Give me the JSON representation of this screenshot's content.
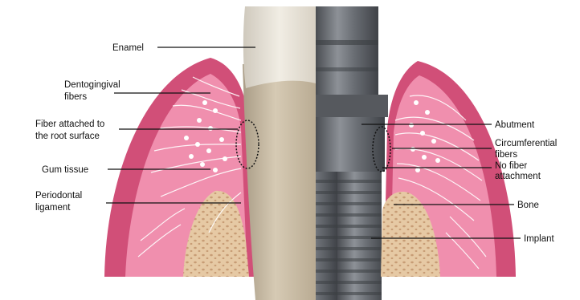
{
  "labels": {
    "enamel": "Enamel",
    "dentogingival_line1": "Dentogingival",
    "dentogingival_line2": "fibers",
    "fiber_root_line1": "Fiber attached to",
    "fiber_root_line2": "the root surface",
    "gum": "Gum tissue",
    "periodontal_line1": "Periodontal",
    "periodontal_line2": "ligament",
    "abutment": "Abutment",
    "circumferential_line1": "Circumferential",
    "circumferential_line2": "fibers",
    "nofiber_line1": "No fiber",
    "nofiber_line2": "attachment",
    "bone": "Bone",
    "implant": "Implant"
  },
  "colors": {
    "gum_outer": "#d14f78",
    "gum_inner": "#f08fae",
    "bone": "#e6c9a4",
    "bone_pores": "#c79c75",
    "tooth": "#c9bba4",
    "implant": "#6f7378",
    "fibers": "#ffffff",
    "leader_lines": "#111111"
  }
}
